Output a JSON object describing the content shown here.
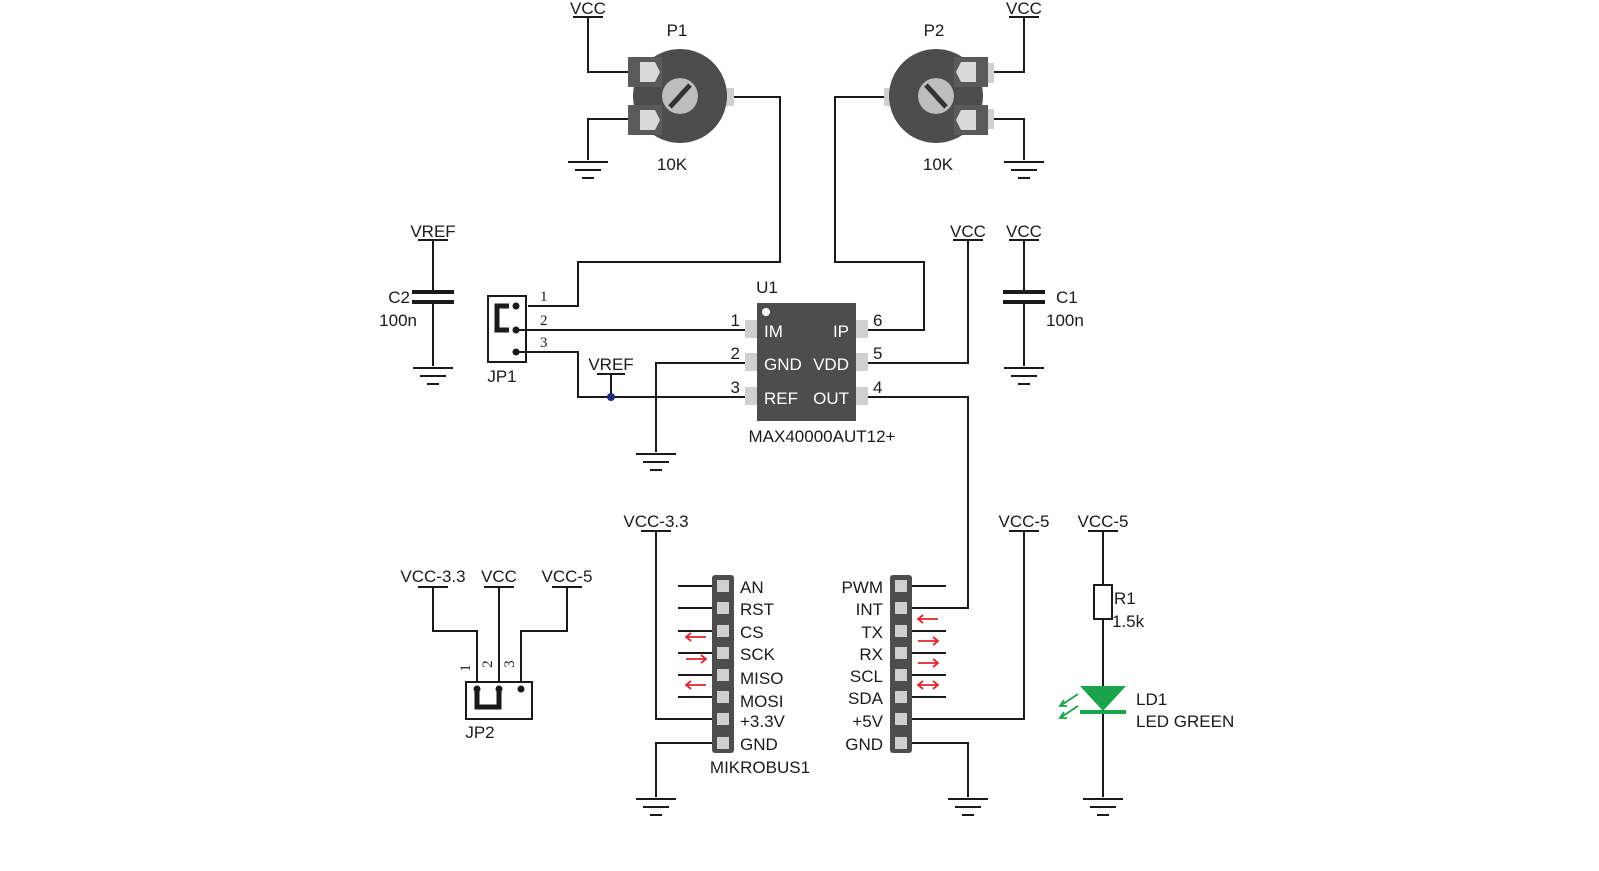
{
  "colors": {
    "wire": "#1a1a1a",
    "component_body": "#4d4d4d",
    "pad": "#cfcfcf",
    "arrow": "#e0262f",
    "led": "#1aa34a",
    "junction": "#1f2a7a"
  },
  "pot_p1": {
    "designator": "P1",
    "value": "10K",
    "supply": "VCC"
  },
  "pot_p2": {
    "designator": "P2",
    "value": "10K",
    "supply": "VCC"
  },
  "cap_c2": {
    "designator": "C2",
    "value": "100n",
    "supply": "VREF"
  },
  "cap_c1": {
    "designator": "C1",
    "value": "100n",
    "supply": "VCC"
  },
  "jp1": {
    "designator": "JP1",
    "pins": [
      "1",
      "2",
      "3"
    ]
  },
  "u1": {
    "designator": "U1",
    "part": "MAX40000AUT12+",
    "left_pins": [
      {
        "num": "1",
        "name": "IM"
      },
      {
        "num": "2",
        "name": "GND"
      },
      {
        "num": "3",
        "name": "REF"
      }
    ],
    "right_pins": [
      {
        "num": "6",
        "name": "IP"
      },
      {
        "num": "5",
        "name": "VDD"
      },
      {
        "num": "4",
        "name": "OUT"
      }
    ],
    "vdd_supply": "VCC",
    "ref_label": "VREF"
  },
  "jp2": {
    "designator": "JP2",
    "pins": [
      "1",
      "2",
      "3"
    ],
    "supplies": [
      "VCC-3.3",
      "VCC",
      "VCC-5"
    ]
  },
  "mikrobus": {
    "designator": "MIKROBUS1",
    "supply_left": "VCC-3.3",
    "supply_right": "VCC-5",
    "left_pins": [
      "AN",
      "RST",
      "CS",
      "SCK",
      "MISO",
      "MOSI",
      "+3.3V",
      "GND"
    ],
    "right_pins": [
      "PWM",
      "INT",
      "TX",
      "RX",
      "SCL",
      "SDA",
      "+5V",
      "GND"
    ]
  },
  "r1": {
    "designator": "R1",
    "value": "1.5k",
    "supply": "VCC-5"
  },
  "ld1": {
    "designator": "LD1",
    "value": "LED GREEN"
  }
}
